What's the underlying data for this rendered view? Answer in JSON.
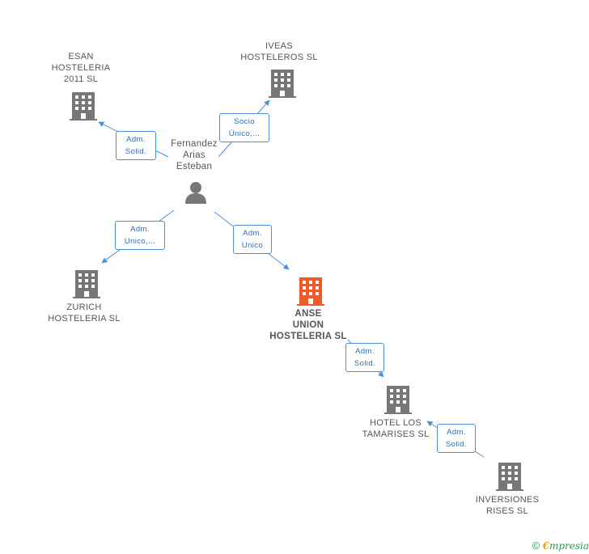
{
  "colors": {
    "company": "#777777",
    "focus_company": "#f05a28",
    "person": "#777777",
    "edge": "#4a90d9",
    "edge_label_text": "#2a6db5",
    "label_text": "#555555",
    "footer": "#2e9a4a"
  },
  "nodes": {
    "esan": {
      "type": "company",
      "icon": "building-icon",
      "lines": [
        "ESAN",
        "HOSTELERIA",
        "2011 SL"
      ]
    },
    "iveas": {
      "type": "company",
      "icon": "building-icon",
      "lines": [
        "IVEAS",
        "HOSTELEROS SL"
      ]
    },
    "person": {
      "type": "person",
      "icon": "person-icon",
      "lines": [
        "Fernandez",
        "Arias",
        "Esteban"
      ]
    },
    "zurich": {
      "type": "company",
      "icon": "building-icon",
      "lines": [
        "ZURICH",
        "HOSTELERIA SL"
      ]
    },
    "anse": {
      "type": "focus",
      "icon": "building-icon",
      "lines": [
        "ANSE",
        "UNION",
        "HOSTELERIA SL"
      ]
    },
    "tamarises": {
      "type": "company",
      "icon": "building-icon",
      "lines": [
        "HOTEL LOS",
        "TAMARISES SL"
      ]
    },
    "rises": {
      "type": "company",
      "icon": "building-icon",
      "lines": [
        "INVERSIONES",
        "RISES SL"
      ]
    }
  },
  "edges": {
    "to_esan": {
      "lines": [
        "Adm.",
        "Solid."
      ]
    },
    "to_iveas": {
      "lines": [
        "Socio",
        "Único,..."
      ]
    },
    "to_zurich": {
      "lines": [
        "Adm.",
        "Unico,..."
      ]
    },
    "to_anse": {
      "lines": [
        "Adm.",
        "Unico"
      ]
    },
    "anse_tamarises": {
      "lines": [
        "Adm.",
        "Solid."
      ]
    },
    "rises_tamarises": {
      "lines": [
        "Adm.",
        "Solid."
      ]
    }
  },
  "footer": {
    "copyright": "©",
    "brand_e": "€",
    "brand_rest": "mpresia"
  }
}
